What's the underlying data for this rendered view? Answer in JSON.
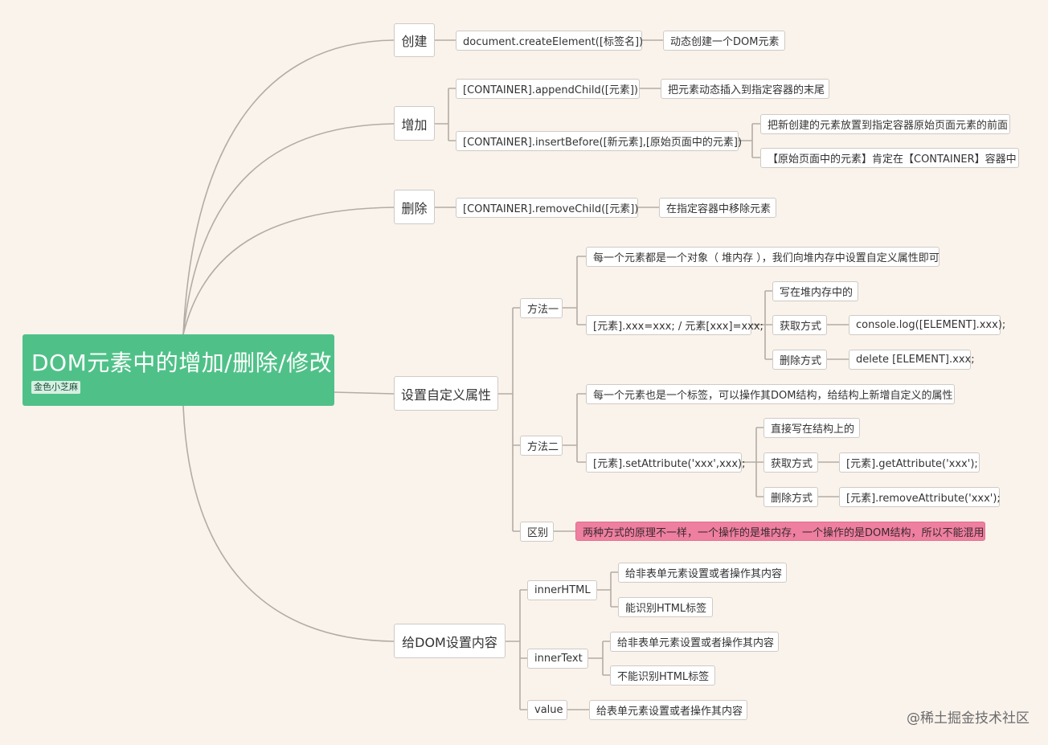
{
  "root": {
    "title": "DOM元素中的增加/删除/修改",
    "tag": "金色小芝麻"
  },
  "branches": {
    "create": {
      "label": "创建",
      "items": [
        {
          "label": "document.createElement([标签名])",
          "note": "动态创建一个DOM元素"
        }
      ]
    },
    "add": {
      "label": "增加",
      "items": [
        {
          "label": "[CONTAINER].appendChild([元素])",
          "note": "把元素动态插入到指定容器的末尾"
        },
        {
          "label": "[CONTAINER].insertBefore([新元素],[原始页面中的元素])",
          "notes": [
            "把新创建的元素放置到指定容器原始页面元素的前面",
            "【原始页面中的元素】肯定在【CONTAINER】容器中"
          ]
        }
      ]
    },
    "remove": {
      "label": "删除",
      "items": [
        {
          "label": "[CONTAINER].removeChild([元素])",
          "note": "在指定容器中移除元素"
        }
      ]
    },
    "custom_attr": {
      "label": "设置自定义属性",
      "method1": {
        "label": "方法一",
        "desc": "每一个元素都是一个对象（ 堆内存 ），我们向堆内存中设置自定义属性即可",
        "code": "[元素].xxx=xxx; / 元素[xxx]=xxx;",
        "sub": {
          "write": "写在堆内存中的",
          "get": "获取方式",
          "get_code": "console.log([ELEMENT].xxx);",
          "del": "删除方式",
          "del_code": "delete [ELEMENT].xxx;"
        }
      },
      "method2": {
        "label": "方法二",
        "desc": "每一个元素也是一个标签，可以操作其DOM结构，给结构上新增自定义的属性",
        "code": "[元素].setAttribute('xxx',xxx);",
        "sub": {
          "write": "直接写在结构上的",
          "get": "获取方式",
          "get_code": "[元素].getAttribute('xxx');",
          "del": "删除方式",
          "del_code": "[元素].removeAttribute('xxx');"
        }
      },
      "diff": {
        "label": "区别",
        "note": "两种方式的原理不一样，一个操作的是堆内存，一个操作的是DOM结构，所以不能混用"
      }
    },
    "content": {
      "label": "给DOM设置内容",
      "innerHTML": {
        "label": "innerHTML",
        "notes": [
          "给非表单元素设置或者操作其内容",
          "能识别HTML标签"
        ]
      },
      "innerText": {
        "label": "innerText",
        "notes": [
          "给非表单元素设置或者操作其内容",
          "不能识别HTML标签"
        ]
      },
      "value": {
        "label": "value",
        "note": "给表单元素设置或者操作其内容"
      }
    }
  },
  "watermark": "@稀土掘金技术社区",
  "colors": {
    "background": "#faf3ec",
    "root": "#4fc188",
    "connector": "#b3aca5",
    "highlight": "#ee7fa0"
  }
}
